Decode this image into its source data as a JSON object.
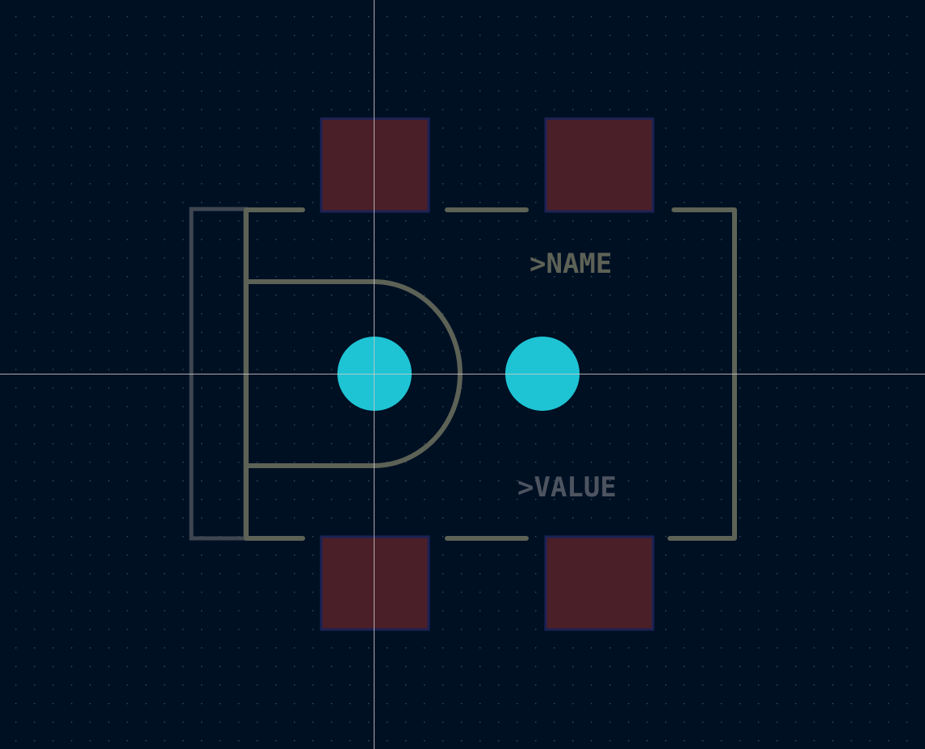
{
  "app": {
    "view": "footprint-editor-canvas"
  },
  "labels": {
    "name": ">NAME",
    "value": ">VALUE"
  },
  "colors": {
    "background": "#001023",
    "grid_dot": "#3a4a5c",
    "crosshair": "#c8c8c8",
    "silkscreen": "#5d6256",
    "courtyard": "#3e4652",
    "fab_text": "#4d5460",
    "pad_fill": "#4a1f27",
    "pad_outline": "#1c2255",
    "drill": "#1ec4d4"
  },
  "pads": [
    {
      "id": "pad-top-left"
    },
    {
      "id": "pad-top-right"
    },
    {
      "id": "pad-bottom-left"
    },
    {
      "id": "pad-bottom-right"
    }
  ],
  "holes": [
    {
      "id": "hole-left"
    },
    {
      "id": "hole-right"
    }
  ],
  "icons": {
    "crosshair": "crosshair-cursor-icon"
  }
}
